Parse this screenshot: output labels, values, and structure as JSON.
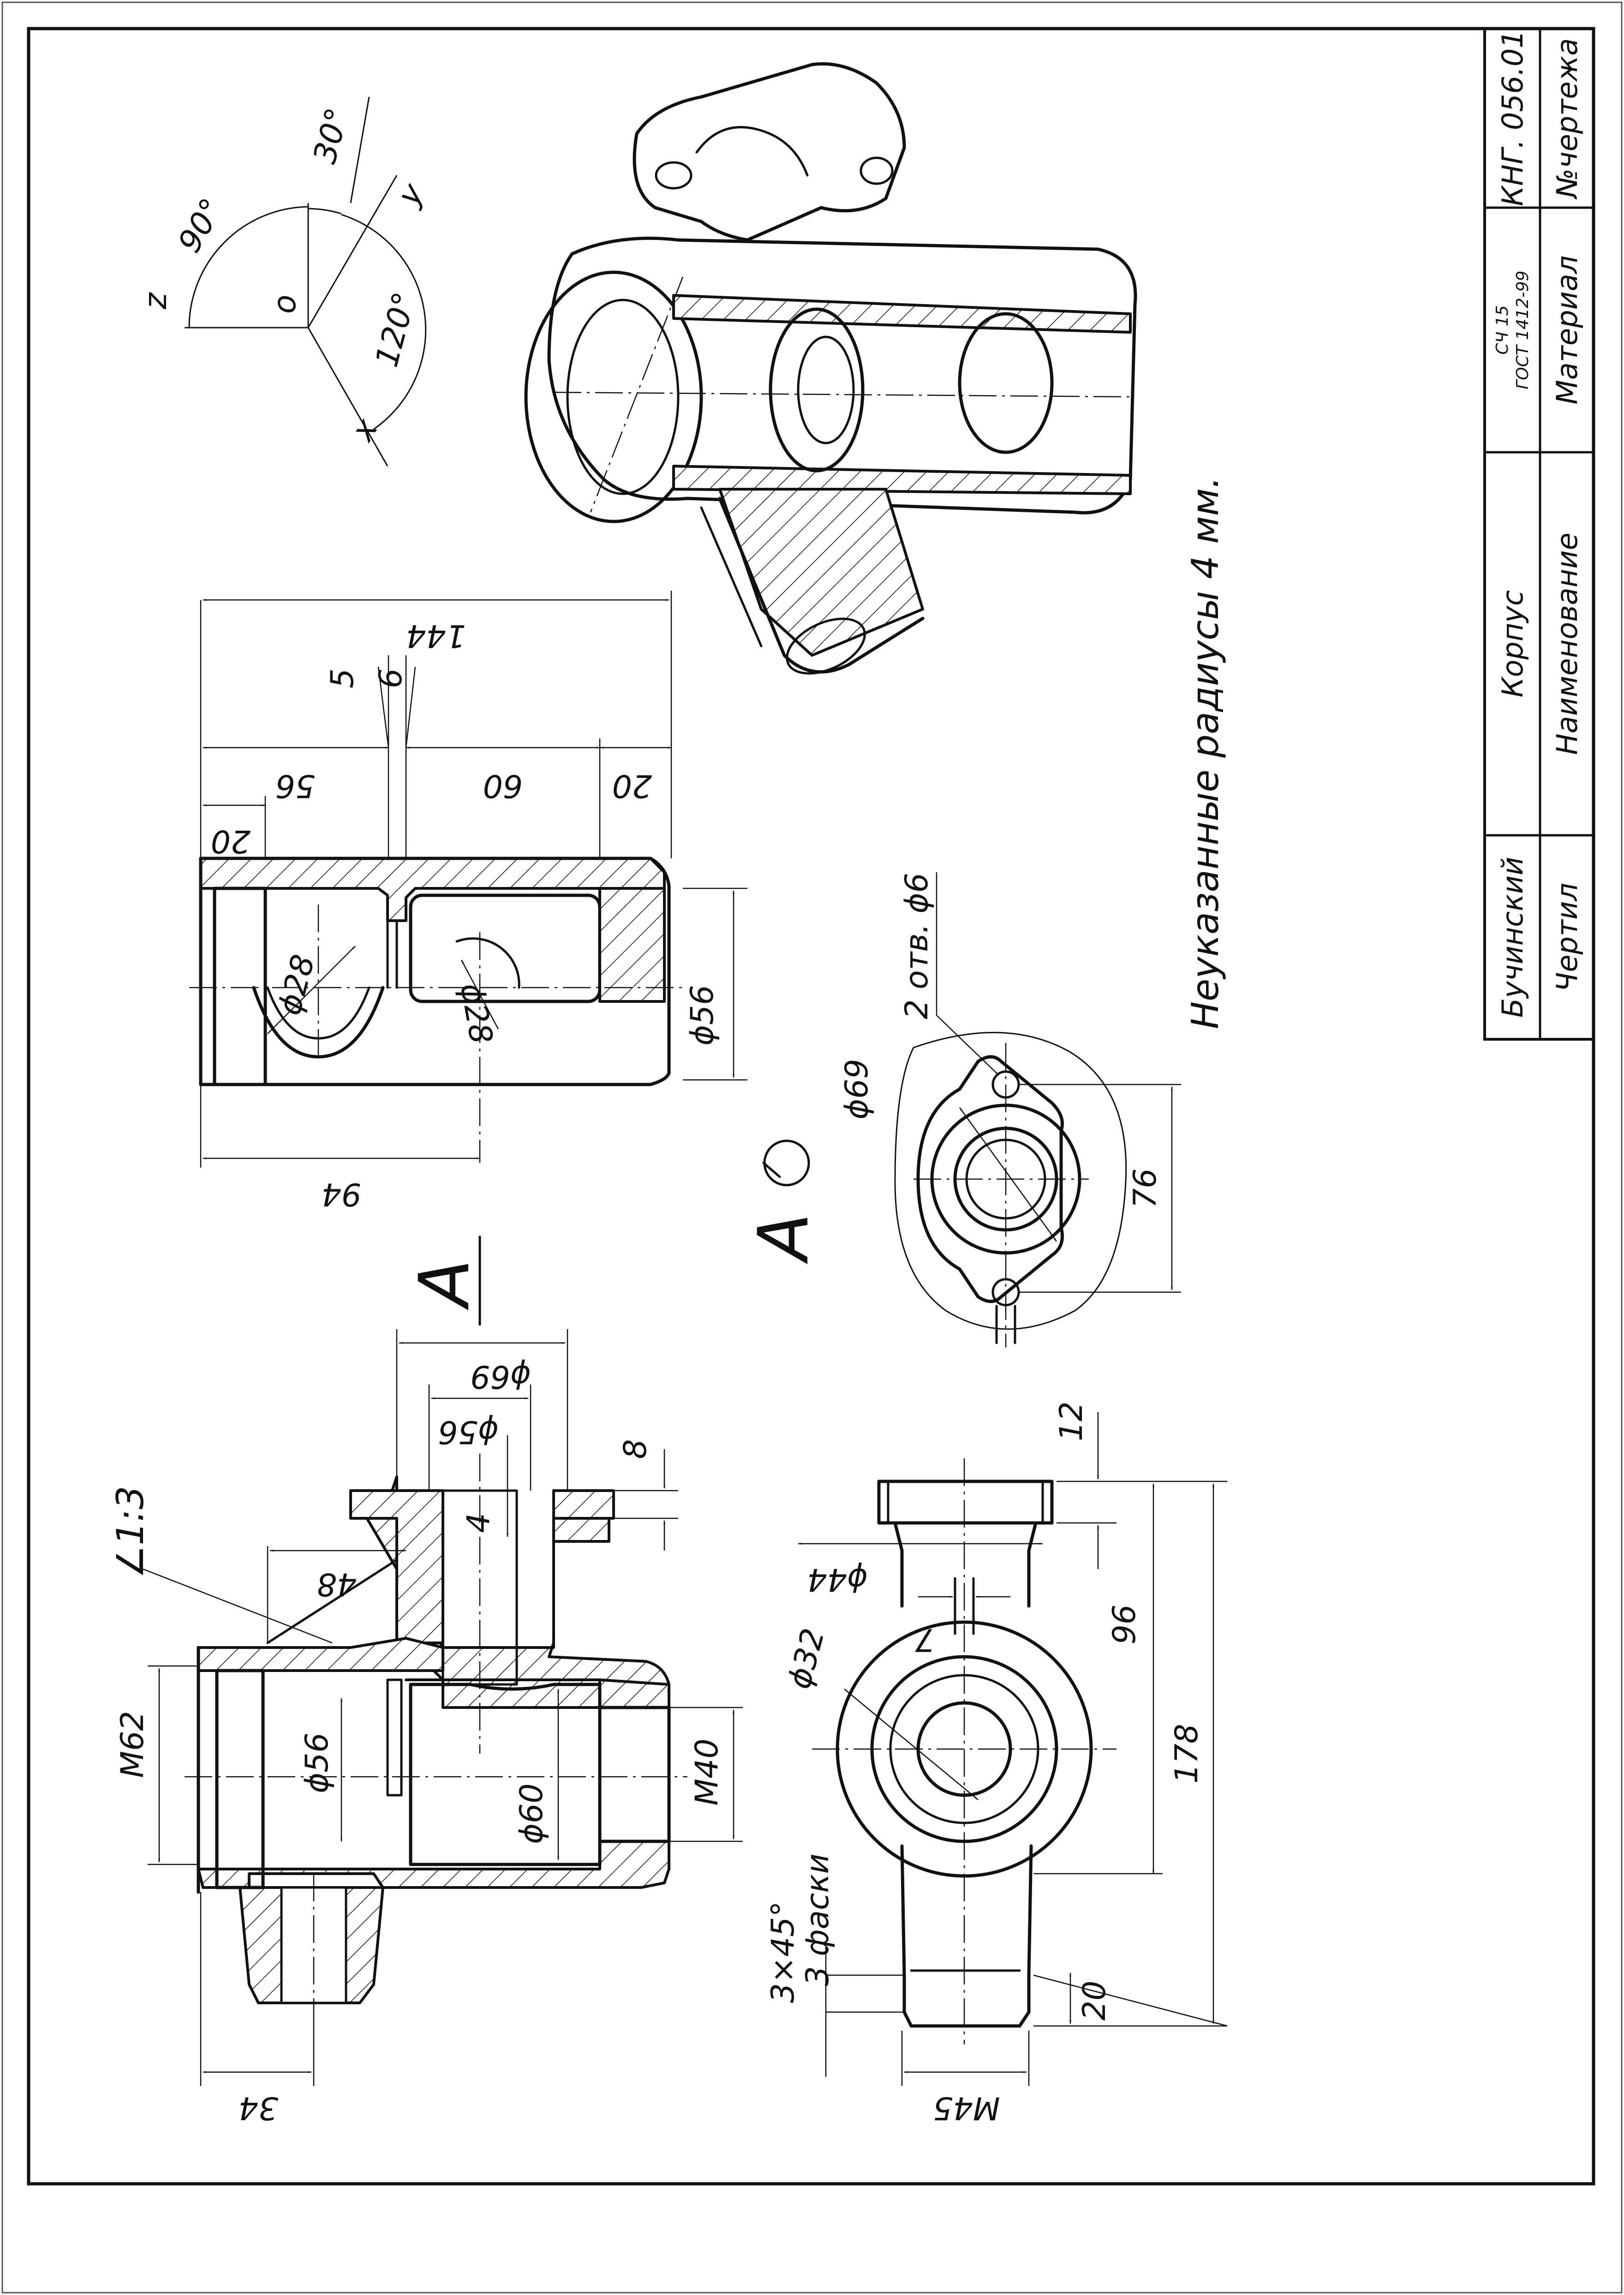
{
  "axonometric": {
    "angle_30": "30°",
    "angle_90": "90°",
    "angle_120": "120°",
    "axis_z": "z",
    "axis_x": "x",
    "axis_y": "y",
    "origin": "o"
  },
  "top_view": {
    "dims": {
      "d144": "144",
      "d5": "5",
      "d6": "6",
      "d56": "56",
      "d60": "60",
      "d20_right": "20",
      "d20_left": "20",
      "d94": "94",
      "phi28_left": "ϕ28",
      "phi28_right": "ϕ28",
      "phi56": "ϕ56"
    }
  },
  "note": "Неуказанные радиусы 4 мм.",
  "view_a": {
    "label": "A",
    "phi69": "ϕ69",
    "holes": "2 отв. ϕ6",
    "d76": "76"
  },
  "front_view": {
    "direction_label": "A",
    "slope": "∠1:3",
    "dims": {
      "phi69": "ϕ69",
      "phi56_top": "ϕ56",
      "d8": "8",
      "d4": "4",
      "d48": "48",
      "m62": "M62",
      "phi56": "ϕ56",
      "phi60": "ϕ60",
      "m40": "M40",
      "d34": "34"
    }
  },
  "side_view": {
    "dims": {
      "d12": "12",
      "phi44": "ϕ44",
      "d7": "7",
      "phi32": "ϕ32",
      "d96": "96",
      "d178": "178",
      "chamfer_1": "3×45°",
      "chamfer_2": "3 фаски",
      "d20": "20",
      "m45": "M45"
    }
  },
  "title_block": {
    "code": "КНГ. 056.01",
    "code_label": "№чертежа",
    "material": "СЧ 15",
    "material_std": "ГОСТ 1412-99",
    "material_label": "Материал",
    "name": "Корпус",
    "name_label": "Наименование",
    "author": "Бучинский",
    "author_label": "Чертил"
  }
}
